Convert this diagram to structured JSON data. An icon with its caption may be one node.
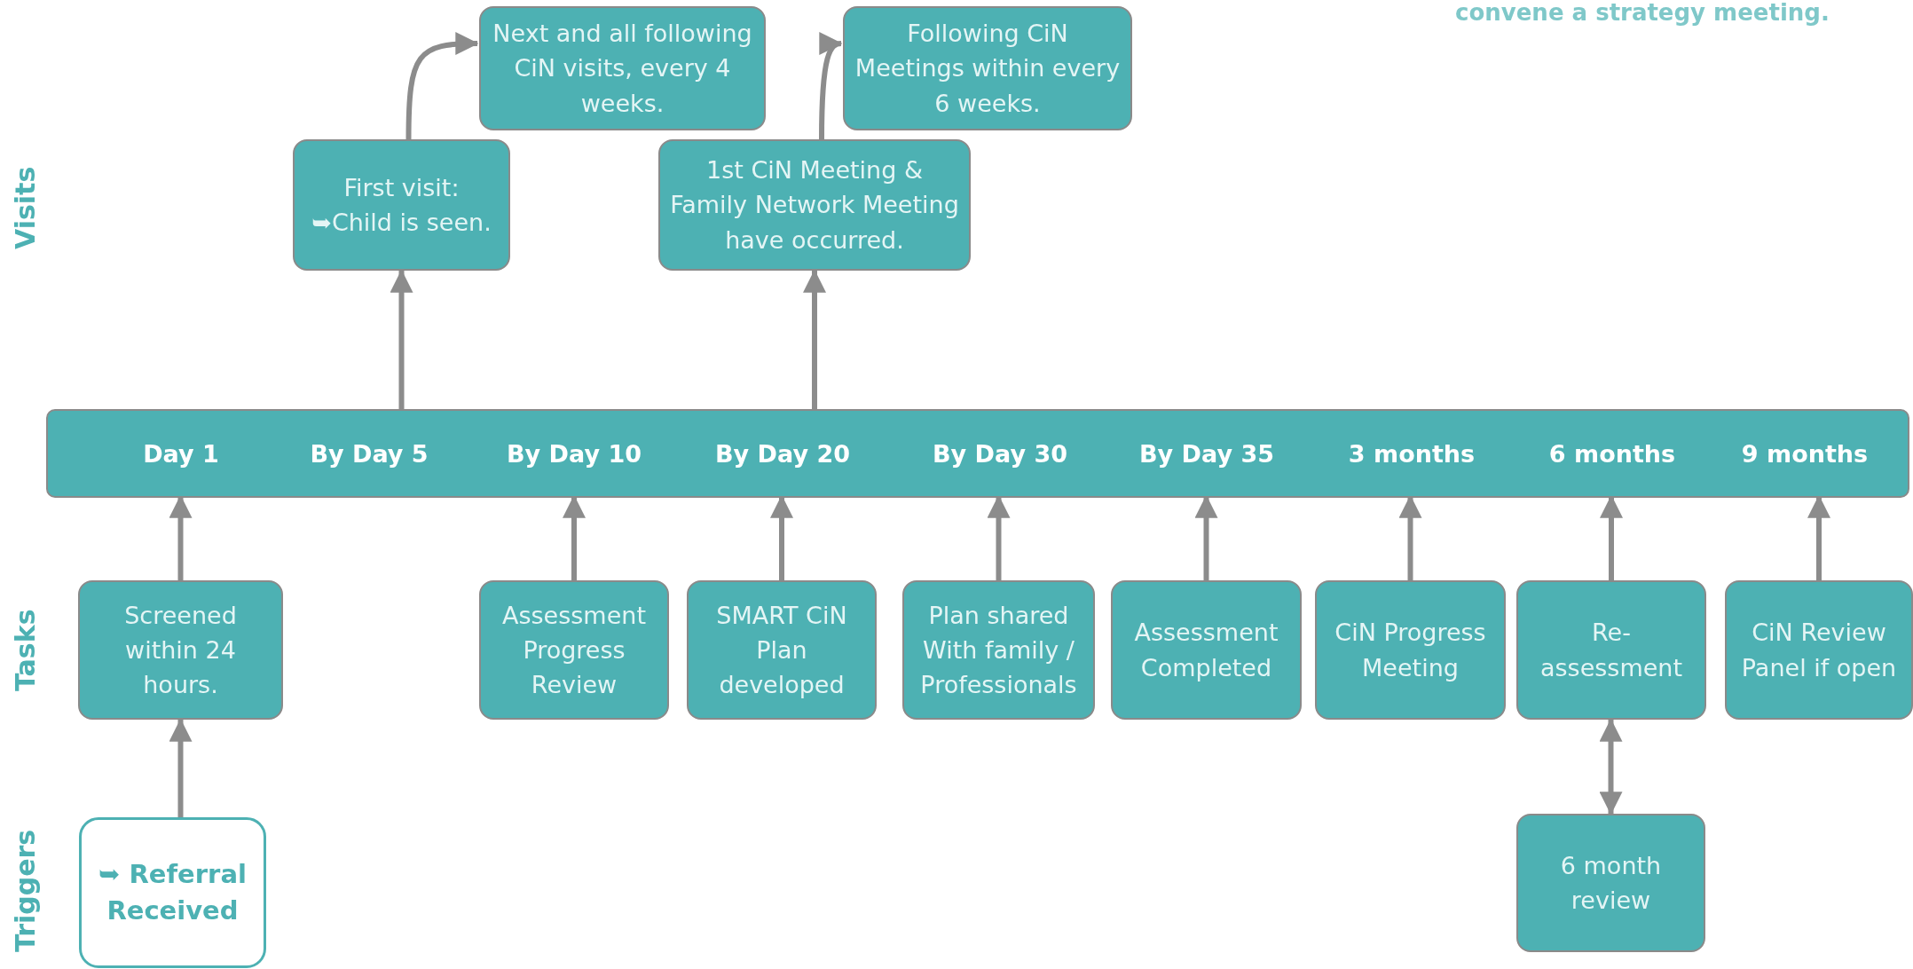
{
  "diagram": {
    "nodes": [
      {
        "text": [
          "Next and all following CiN visits, every 4 weeks."
        ]
      },
      {
        "text": [
          "Following CiN Meetings within every 6 weeks."
        ]
      },
      {
        "text": [
          "First visit: ➥Child is seen."
        ]
      },
      {
        "text": [
          "1st CiN Meeting & Family Network Meeting have occurred."
        ]
      },
      {
        "text": [],
        "shape": "bar"
      },
      {
        "text": [
          "Day 1"
        ],
        "in": 4
      },
      {
        "text": [
          "By Day 5"
        ],
        "in": 4
      },
      {
        "text": [
          "By Day 10"
        ],
        "in": 4
      },
      {
        "text": [
          "By Day 20"
        ],
        "in": 4
      },
      {
        "text": [
          "By Day 30"
        ],
        "in": 4
      },
      {
        "text": [
          "By Day 35"
        ],
        "in": 4
      },
      {
        "text": [
          "3 months"
        ],
        "in": 4
      },
      {
        "text": [
          "6 months"
        ],
        "in": 4
      },
      {
        "text": [
          "9 months"
        ],
        "in": 4
      },
      {
        "text": [
          "Screened within 24 hours."
        ]
      },
      {
        "text": [
          "Assessment Progress Review"
        ]
      },
      {
        "text": [
          "SMART CiN Plan developed"
        ]
      },
      {
        "text": [
          "Plan shared With family / Professionals"
        ]
      },
      {
        "text": [
          "Assessment Completed"
        ]
      },
      {
        "text": [
          "CiN Progress Meeting"
        ]
      },
      {
        "text": [
          "Re-assessment"
        ]
      },
      {
        "text": [
          "CiN Review Panel if open"
        ]
      },
      {
        "text": [
          "➥ Referral Received"
        ]
      },
      {
        "text": [
          "6 month review"
        ]
      }
    ],
    "edges": [
      {
        "from": 6,
        "to": 2,
        "arrow": "to"
      },
      {
        "from": 2,
        "to": 0,
        "arrow": "to"
      },
      {
        "from": 8,
        "to": 3,
        "arrow": "to"
      },
      {
        "from": 3,
        "to": 1,
        "arrow": "to"
      },
      {
        "from": 14,
        "to": 5,
        "arrow": "to"
      },
      {
        "from": 15,
        "to": 7,
        "arrow": "to"
      },
      {
        "from": 16,
        "to": 8,
        "arrow": "to"
      },
      {
        "from": 17,
        "to": 9,
        "arrow": "to"
      },
      {
        "from": 18,
        "to": 10,
        "arrow": "to"
      },
      {
        "from": 19,
        "to": 11,
        "arrow": "to"
      },
      {
        "from": 20,
        "to": 12,
        "arrow": "to"
      },
      {
        "from": 21,
        "to": 13,
        "arrow": "to"
      },
      {
        "from": 22,
        "to": 14,
        "arrow": "to"
      },
      {
        "from": 20,
        "to": 23,
        "arrow": "both"
      }
    ],
    "labels": [
      "convene a strategy meeting.",
      "Visits",
      "Tasks",
      "Triggers"
    ]
  }
}
